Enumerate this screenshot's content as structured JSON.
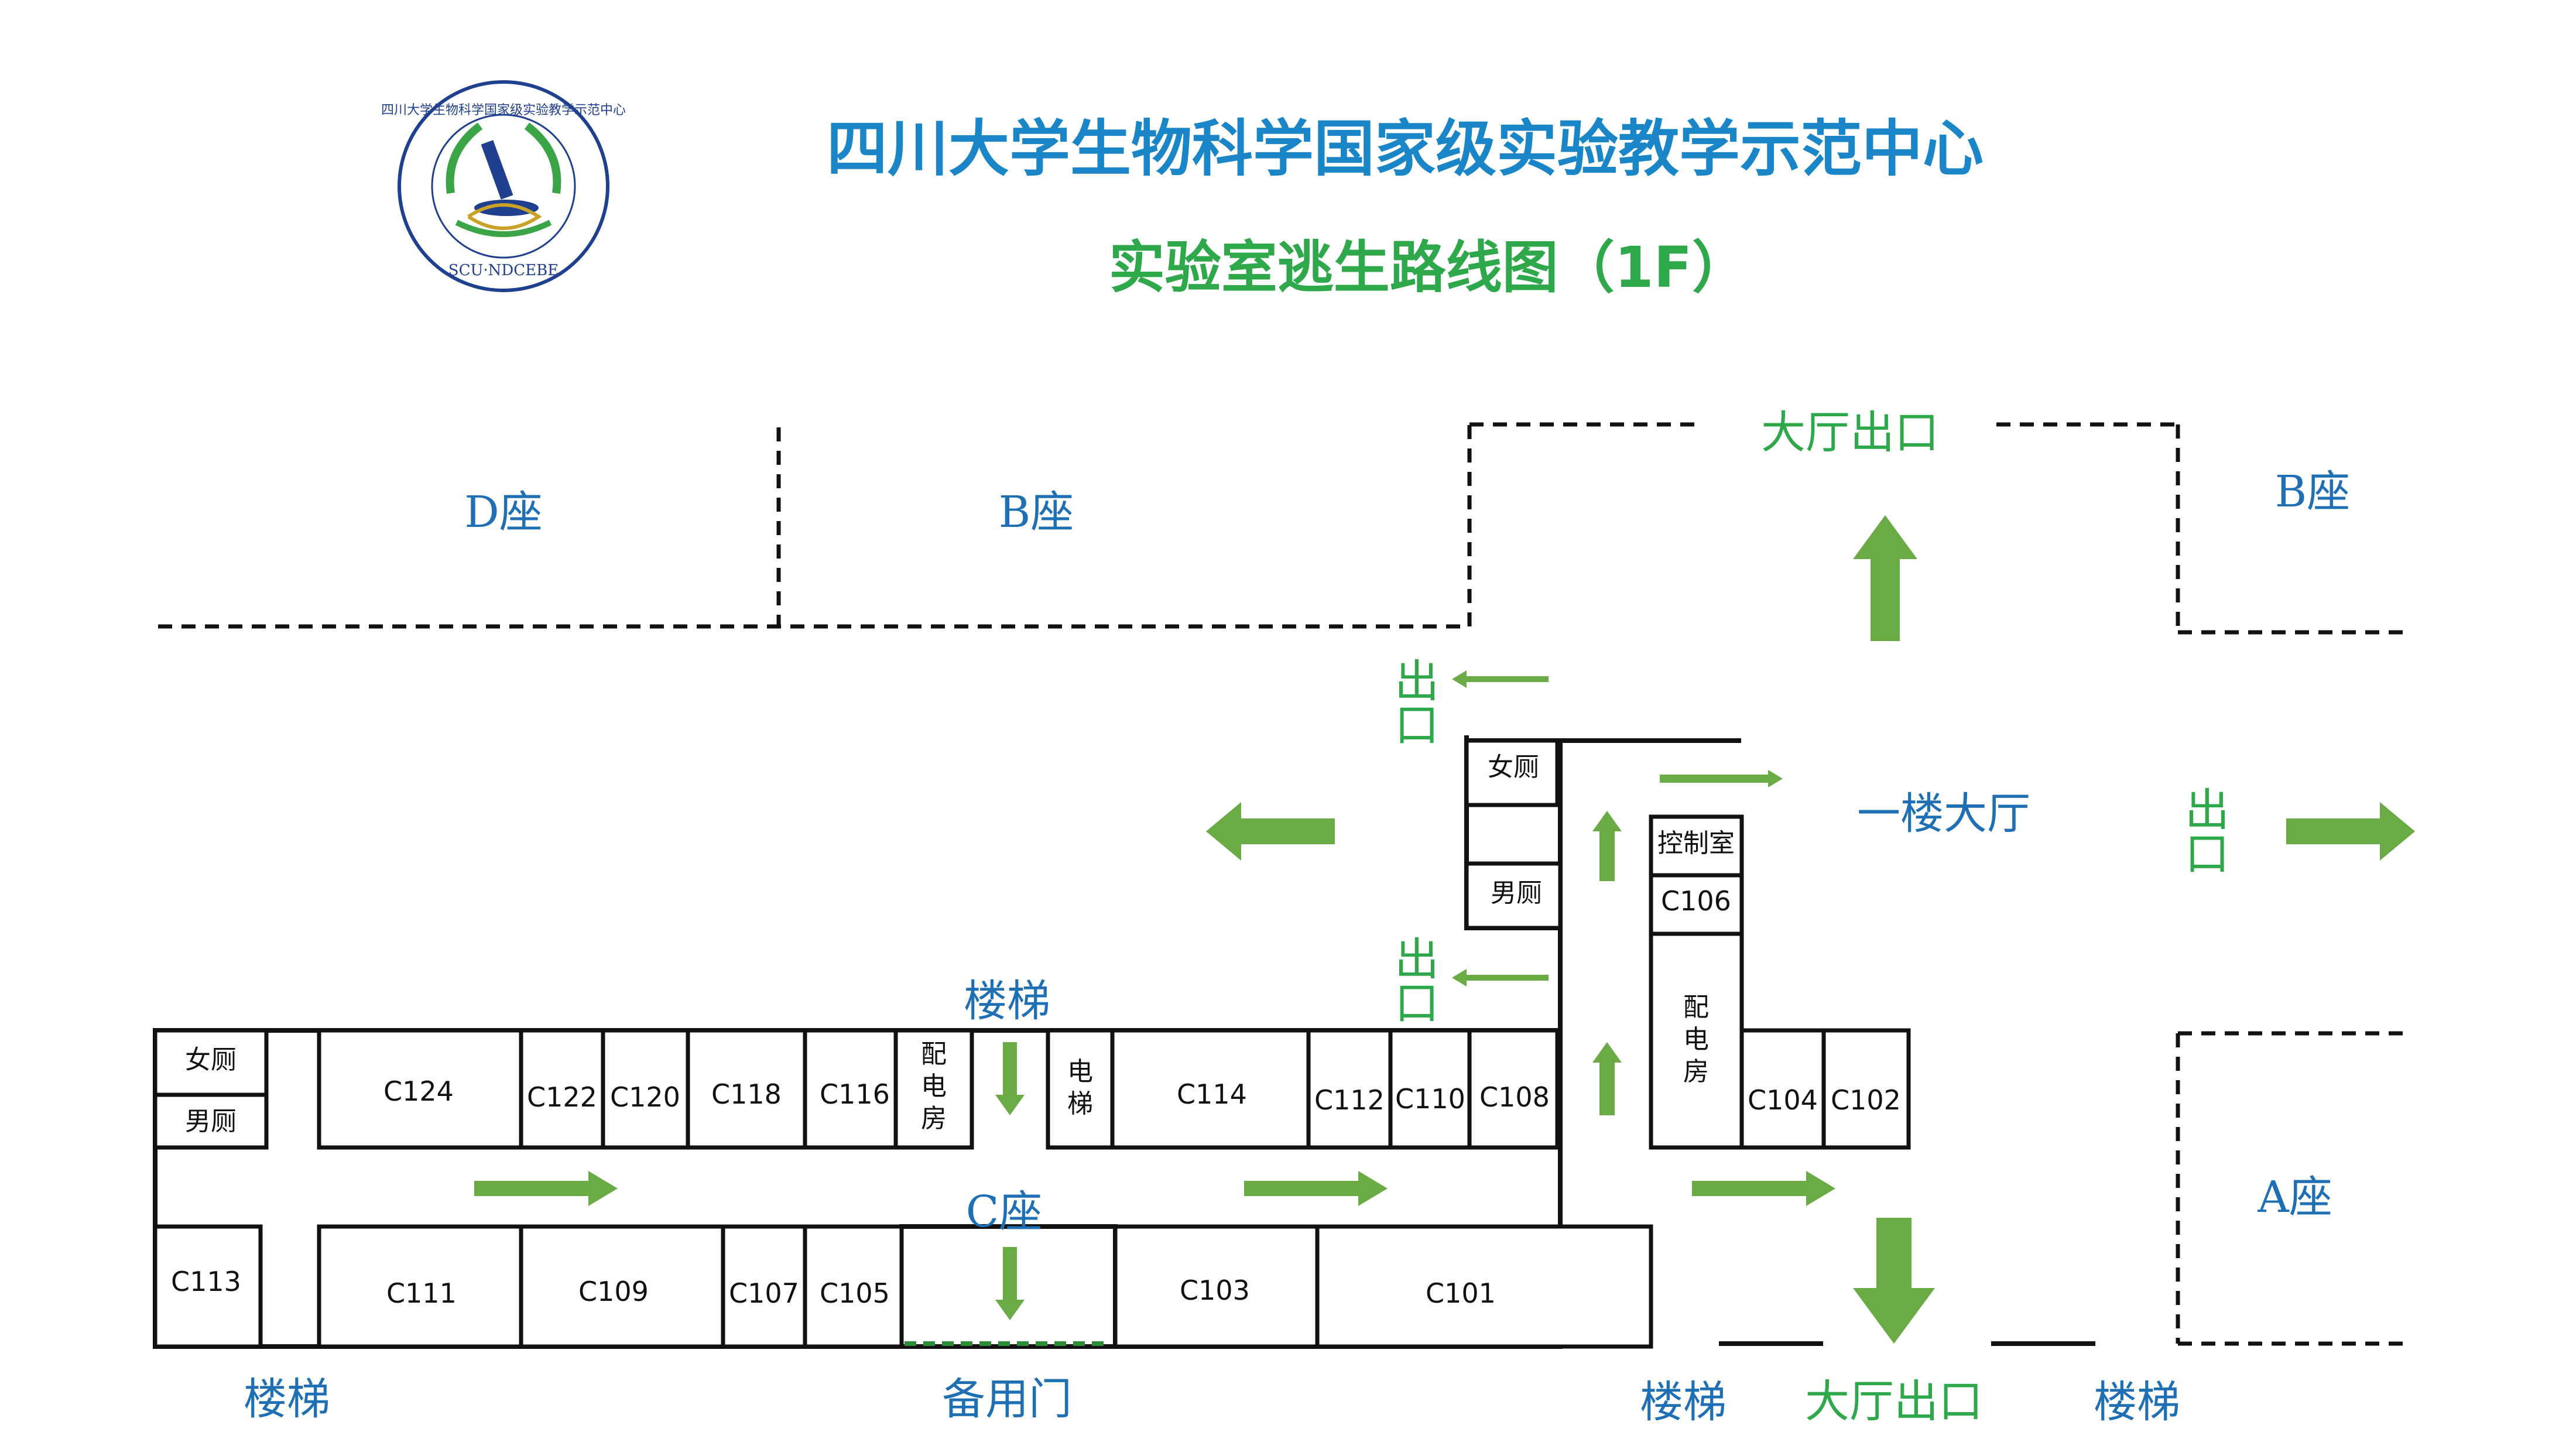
{
  "header": {
    "title": "四川大学生物科学国家级实验教学示范中心",
    "subtitle": "实验室逃生路线图（1F）"
  },
  "logo": {
    "ring_text": "四川大学生物科学国家级实验教学示范中心",
    "bottom_text": "SCU·NDCEBE",
    "colors": {
      "ring": "#1f3f8f",
      "laurel": "#3aa447",
      "dna": "#c9a227"
    }
  },
  "colors": {
    "title_blue": "#1a86c8",
    "label_blue": "#1f6fb5",
    "exit_green": "#2ea84a",
    "arrow_green": "#6aab46",
    "wall": "#111111"
  },
  "blocks": {
    "d_block": "D座",
    "b_block_left": "B座",
    "b_block_right": "B座",
    "a_block": "A座",
    "c_block": "C座"
  },
  "exits": {
    "hall_exit_top": "大厅出口",
    "hall_exit_bottom": "大厅出口",
    "exit_upper": "出口",
    "exit_mid": "出口",
    "exit_right": "出口",
    "backup_door": "备用门"
  },
  "hall": "一楼大厅",
  "stairs": {
    "top": "楼梯",
    "bottom_left": "楼梯",
    "bottom_center": "楼梯",
    "bottom_right": "楼梯"
  },
  "rooms": {
    "womens_left": "女厕",
    "mens_left": "男厕",
    "womens_upper": "女厕",
    "mens_upper": "男厕",
    "control": "控制室",
    "power_left": "配电房",
    "power_right": "配电房",
    "elevator": "电梯",
    "c124": "C124",
    "c122": "C122",
    "c120": "C120",
    "c118": "C118",
    "c116": "C116",
    "c114": "C114",
    "c112": "C112",
    "c110": "C110",
    "c108": "C108",
    "c106": "C106",
    "c104": "C104",
    "c102": "C102",
    "c113": "C113",
    "c111": "C111",
    "c109": "C109",
    "c107": "C107",
    "c105": "C105",
    "c103": "C103",
    "c101": "C101"
  },
  "arrows": [
    {
      "name": "arrow-up-hall-exit",
      "direction": "up"
    },
    {
      "name": "arrow-left-upper-exit",
      "direction": "left"
    },
    {
      "name": "arrow-right-to-hall",
      "direction": "right"
    },
    {
      "name": "arrow-left-big",
      "direction": "left"
    },
    {
      "name": "arrow-up-upper",
      "direction": "up"
    },
    {
      "name": "arrow-left-mid-exit",
      "direction": "left"
    },
    {
      "name": "arrow-up-lower",
      "direction": "up"
    },
    {
      "name": "arrow-right-east-exit",
      "direction": "right"
    },
    {
      "name": "arrow-down-stair",
      "direction": "down"
    },
    {
      "name": "arrow-right-corridor-1",
      "direction": "right"
    },
    {
      "name": "arrow-right-corridor-2",
      "direction": "right"
    },
    {
      "name": "arrow-right-corridor-3",
      "direction": "right"
    },
    {
      "name": "arrow-down-backup-door",
      "direction": "down"
    },
    {
      "name": "arrow-down-hall-exit",
      "direction": "down"
    }
  ]
}
